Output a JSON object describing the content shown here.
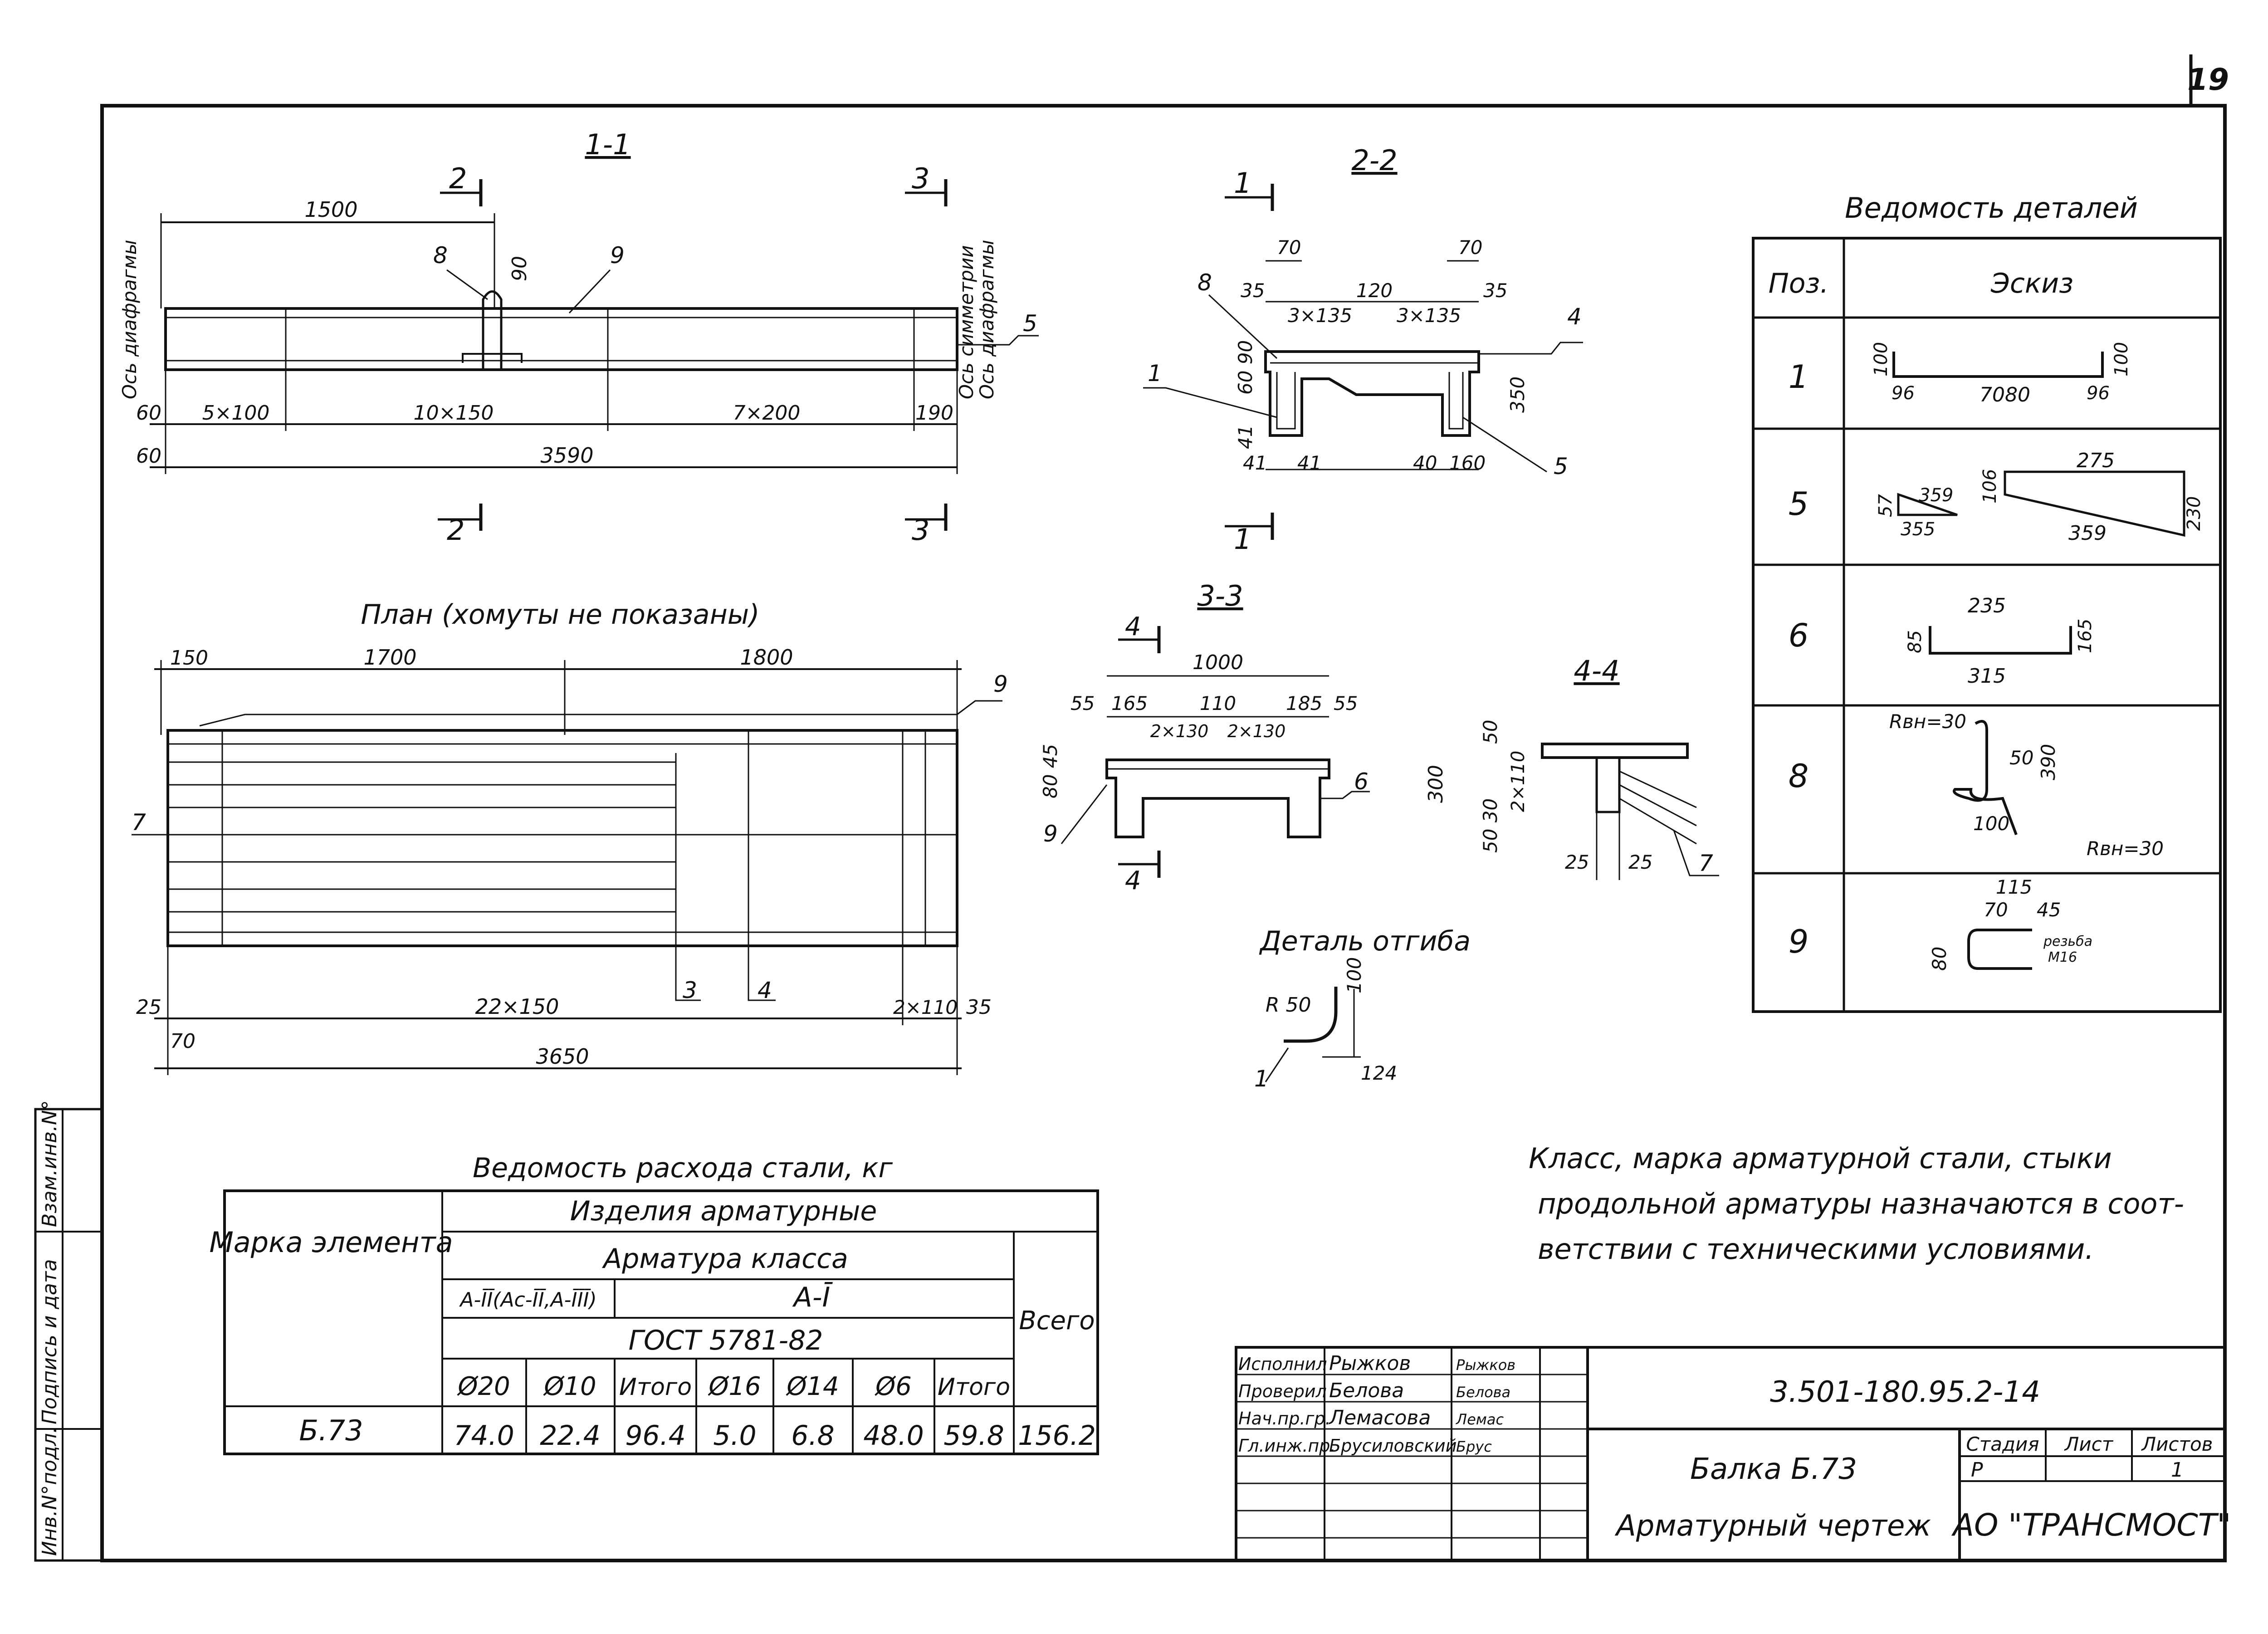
{
  "sheet": {
    "number": "19"
  },
  "section_1_1": {
    "title": "1-1",
    "cut_2": "2",
    "cut_3": "3",
    "dims": {
      "top": "1500",
      "v90": "90",
      "axis_diaphragm_left": "Ось диафрагмы",
      "axis_symmetry": "Ось симметрии",
      "axis_diaphragm_right": "Ось диафрагмы",
      "d60a": "60",
      "d60b": "60",
      "s5x100": "5×100",
      "s10x150": "10×150",
      "s7x200": "7×200",
      "d190": "190",
      "total": "3590"
    },
    "pos": {
      "p8": "8",
      "p9": "9",
      "p5": "5"
    }
  },
  "section_2_2": {
    "title": "2-2",
    "cut": "1",
    "dims": {
      "d70a": "70",
      "d70b": "70",
      "d35a": "35",
      "d35b": "35",
      "d120": "120",
      "d3x135a": "3×135",
      "d3x135b": "3×135",
      "d60_90": "60 90",
      "d350": "350",
      "d41v": "41",
      "d41a": "41",
      "d41b": "41",
      "d40": "40",
      "d160": "160"
    },
    "pos": {
      "p8": "8",
      "p4": "4",
      "p1": "1",
      "p5": "5"
    }
  },
  "section_3_3": {
    "title": "3-3",
    "cut": "4",
    "dims": {
      "d1000": "1000",
      "d55a": "55",
      "d165": "165",
      "d110": "110",
      "d185": "185",
      "d55b": "55",
      "d2x130a": "2×130",
      "d2x130b": "2×130",
      "d80_45": "80 45"
    },
    "pos": {
      "p6": "6",
      "p9": "9"
    }
  },
  "section_4_4": {
    "title": "4-4",
    "dims": {
      "d300": "300",
      "d50a": "50",
      "d2x110": "2×110",
      "d50_30": "50 30",
      "d25a": "25",
      "d25b": "25"
    },
    "pos": {
      "p7": "7"
    }
  },
  "plan": {
    "title": "План (хомуты не показаны)",
    "dims": {
      "d150": "150",
      "d1700": "1700",
      "d1800": "1800",
      "d25": "25",
      "d22x150": "22×150",
      "d2x110": "2×110",
      "d35": "35",
      "d70": "70",
      "total": "3650"
    },
    "pos": {
      "p9": "9",
      "p7": "7",
      "p3": "3",
      "p4": "4"
    }
  },
  "bend_detail": {
    "title": "Деталь отгиба",
    "r50": "R 50",
    "d100": "100",
    "d124": "124",
    "pos": "1"
  },
  "details_table": {
    "title": "Ведомость деталей",
    "headers": [
      "Поз.",
      "Эскиз"
    ],
    "rows": [
      {
        "pos": "1",
        "dims": [
          "100",
          "96",
          "7080",
          "96",
          "100"
        ]
      },
      {
        "pos": "5",
        "dims": [
          "57",
          "359",
          "355",
          "106",
          "275",
          "359",
          "230"
        ]
      },
      {
        "pos": "6",
        "dims": [
          "235",
          "85",
          "165",
          "315"
        ]
      },
      {
        "pos": "8",
        "dims": [
          "Rвн=30",
          "50",
          "390",
          "100",
          "Rвн=30"
        ]
      },
      {
        "pos": "9",
        "dims": [
          "115",
          "70",
          "45",
          "80",
          "резьба",
          "М16"
        ]
      }
    ]
  },
  "steel_table": {
    "title": "Ведомость расхода стали, кг",
    "mark_header": "Марка элемента",
    "products_header": "Изделия арматурные",
    "class_header": "Арматура класса",
    "class_a2": "А-ĪĪ(Ас-ĪĪ,А-ĪĪĪ)",
    "class_a1": "А-Ī",
    "gost": "ГОСТ 5781-82",
    "total_header": "Всего",
    "columns": [
      "Ø20",
      "Ø10",
      "Итого",
      "Ø16",
      "Ø14",
      "Ø6",
      "Итого"
    ],
    "row": {
      "mark": "Б.73",
      "values": [
        "74.0",
        "22.4",
        "96.4",
        "5.0",
        "6.8",
        "48.0",
        "59.8"
      ],
      "total": "156.2"
    }
  },
  "note": {
    "line1": "Класс, марка арматурной стали, стыки",
    "line2": "продольной арматуры назначаются в соот-",
    "line3": "ветствии с техническими условиями."
  },
  "side_stamp": {
    "inv_podl": "Инв.N°подл.",
    "signature_date": "Подпись и дата",
    "vzam_inv": "Взам.инв.N°"
  },
  "title_block": {
    "designation": "3.501-180.95.2-14",
    "roles": [
      {
        "role": "Исполнил",
        "name": "Рыжков",
        "signature": "Рыжков"
      },
      {
        "role": "Проверил",
        "name": "Белова",
        "signature": "Белова"
      },
      {
        "role": "Нач.пр.гр.",
        "name": "Лемасова",
        "signature": "Лемас"
      },
      {
        "role": "Гл.инж.пр.",
        "name": "Брусиловский",
        "signature": "Брус"
      }
    ],
    "element_name": "Балка Б.73",
    "drawing_name": "Арматурный чертеж",
    "stage_label": "Стадия",
    "sheet_label": "Лист",
    "sheets_label": "Листов",
    "stage": "Р",
    "sheets": "1",
    "organization": "АО \"ТРАНСМОСТ\""
  }
}
